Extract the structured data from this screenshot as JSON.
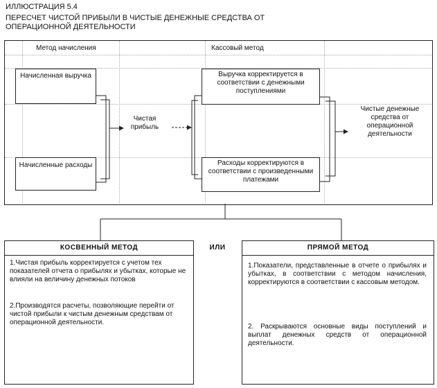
{
  "header": {
    "label": "ИЛЛЮСТРАЦИЯ 5.4",
    "title_line1": "ПЕРЕСЧЕТ ЧИСТОЙ ПРИБЫЛИ В ЧИСТЫЕ ДЕНЕЖНЫЕ СРЕДСТВА ОТ",
    "title_line2": "ОПЕРАЦИОННОЙ ДЕЯТЕЛЬНОСТИ"
  },
  "columns": {
    "accrual": "Метод начисления",
    "cash": "Кассовый метод"
  },
  "accrual": {
    "revenue": "Начисленная выручка",
    "expenses": "Начисленные расходы"
  },
  "net_profit": "Чистая прибыль",
  "cash": {
    "revenue_adjusted": "Выручка корректируется в соответствии с денежными поступлениями",
    "expenses_adjusted": "Расходы корректируются в соответствии с произведенными платежами"
  },
  "result": "Чистые денежные средства от операционной деятельности",
  "methods": {
    "indirect_title": "КОСВЕННЫЙ МЕТОД",
    "or": "ИЛИ",
    "direct_title": "ПРЯМОЙ МЕТОД",
    "indirect_p1": "1.Чистая прибыль корректируется с учетом тех показателей отчета о прибылях и убытках, которые не влияли на величину денежных потоков",
    "indirect_p2": "2.Производятся расчеты, позволяющие перейти от чистой прибыли к чистым денежным средствам от операционной деятельности.",
    "direct_p1": "1.Показатели, представленные в отчете о прибылях и убытках, в соответствии с методом начисления, корректируются в соответствии с кассовым методом.",
    "direct_p2": "2. Раскрываются основные виды поступлений и выплат денежных средств от операционной деятельности."
  }
}
